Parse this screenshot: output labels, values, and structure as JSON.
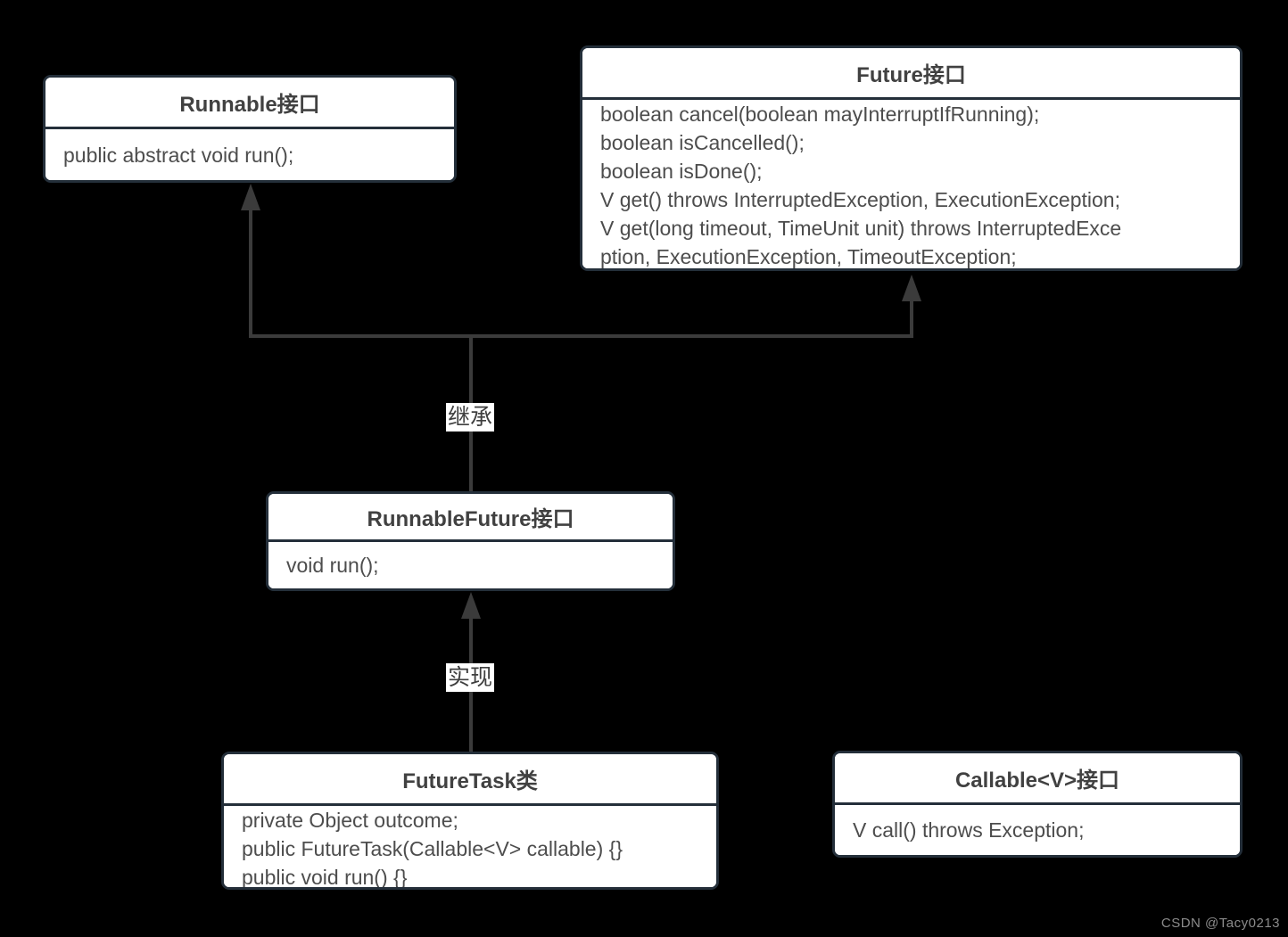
{
  "diagram": {
    "nodes": {
      "runnable": {
        "title": "Runnable接口",
        "lines": [
          "public abstract void run();"
        ]
      },
      "future": {
        "title": "Future接口",
        "lines": [
          "boolean cancel(boolean mayInterruptIfRunning);",
          "boolean isCancelled();",
          "boolean isDone();",
          "V get() throws InterruptedException, ExecutionException;",
          "V get(long timeout, TimeUnit unit) throws InterruptedExce",
          "ption, ExecutionException, TimeoutException;"
        ]
      },
      "runnable_future": {
        "title": "RunnableFuture接口",
        "lines": [
          "void run();"
        ]
      },
      "future_task": {
        "title": "FutureTask类",
        "lines": [
          "private Object outcome;",
          "public FutureTask(Callable<V> callable) {}",
          "public void run() {}"
        ]
      },
      "callable": {
        "title": "Callable<V>接口",
        "lines": [
          "V call() throws Exception;"
        ]
      }
    },
    "edges": {
      "extends": {
        "label": "继承",
        "from": "runnable_future",
        "to": [
          "runnable",
          "future"
        ]
      },
      "implements": {
        "label": "实现",
        "from": "future_task",
        "to": [
          "runnable_future"
        ]
      }
    },
    "colors": {
      "background": "#000000",
      "node_fill": "#ffffff",
      "node_border": "#242f3a",
      "connector": "#3b3b3b",
      "title_text": "#414141",
      "body_text": "#4d4d4d",
      "watermark_text": "#8b8b8b"
    }
  },
  "watermark": {
    "text": "CSDN @Tacy0213"
  }
}
